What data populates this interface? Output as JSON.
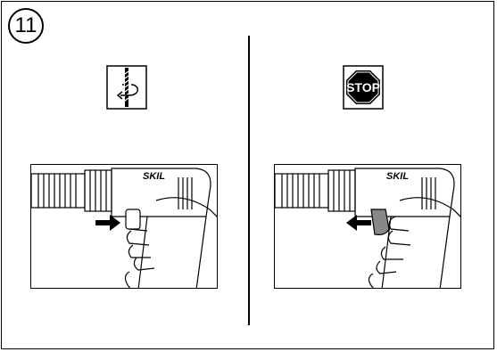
{
  "figure": {
    "step_number": "11",
    "left_panel": {
      "icon": "rotating-drill-bit-icon",
      "brand": "SKIL",
      "arrow": "arrow-right-icon"
    },
    "right_panel": {
      "icon": "stop-sign-icon",
      "stop_label": "STOP",
      "brand": "SKIL",
      "arrow": "arrow-left-icon"
    }
  }
}
